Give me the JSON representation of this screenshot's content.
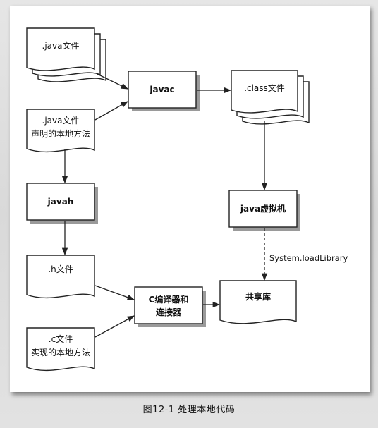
{
  "nodes": {
    "java_files": {
      "label": ".java文件"
    },
    "java_native": {
      "line1": ".java文件",
      "line2": "声明的本地方法"
    },
    "javac": {
      "label": "javac"
    },
    "class_files": {
      "label": ".class文件"
    },
    "javah": {
      "label": "javah"
    },
    "jvm": {
      "label": "java虚拟机"
    },
    "h_file": {
      "label": ".h文件"
    },
    "c_compiler": {
      "line1": "C编译器和",
      "line2": "连接器"
    },
    "shared_lib": {
      "label": "共享库"
    },
    "c_file": {
      "line1": ".c文件",
      "line2": "实现的本地方法"
    }
  },
  "edges": {
    "load_library": {
      "label": "System.loadLibrary"
    }
  },
  "caption": "图12-1  处理本地代码"
}
